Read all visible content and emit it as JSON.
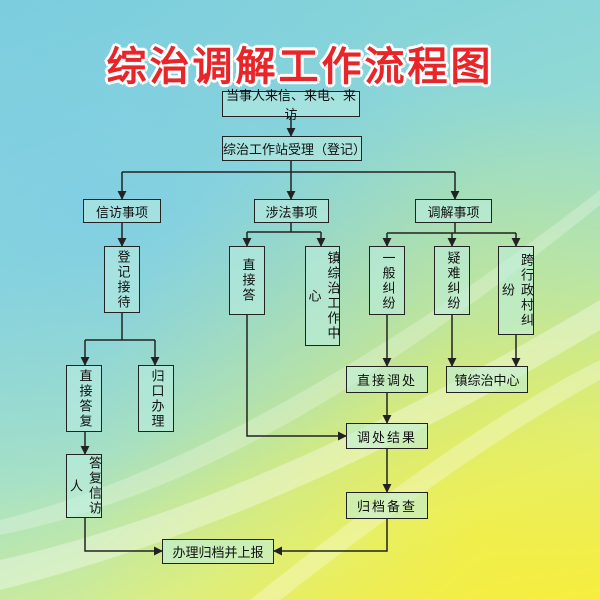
{
  "title": "综治调解工作流程图",
  "nodes": {
    "party": "当事人来信、来电、来访",
    "station": "综治工作站受理（登记）",
    "petition": "信访事项",
    "legal": "涉法事项",
    "mediation": "调解事项",
    "register": "登记接待",
    "direct_answer": "直接答复",
    "return": "归口办理",
    "reply": "答复信访人",
    "legal_direct": "直接答",
    "town_center_v": "镇综治工作中心",
    "general": "一般纠纷",
    "difficult": "疑难纠纷",
    "cross": "跨行政村纠纷",
    "direct_handle": "直接调处",
    "town_center": "镇综治中心",
    "result": "调处结果",
    "archive": "归档备查",
    "report": "办理归档并上报"
  }
}
